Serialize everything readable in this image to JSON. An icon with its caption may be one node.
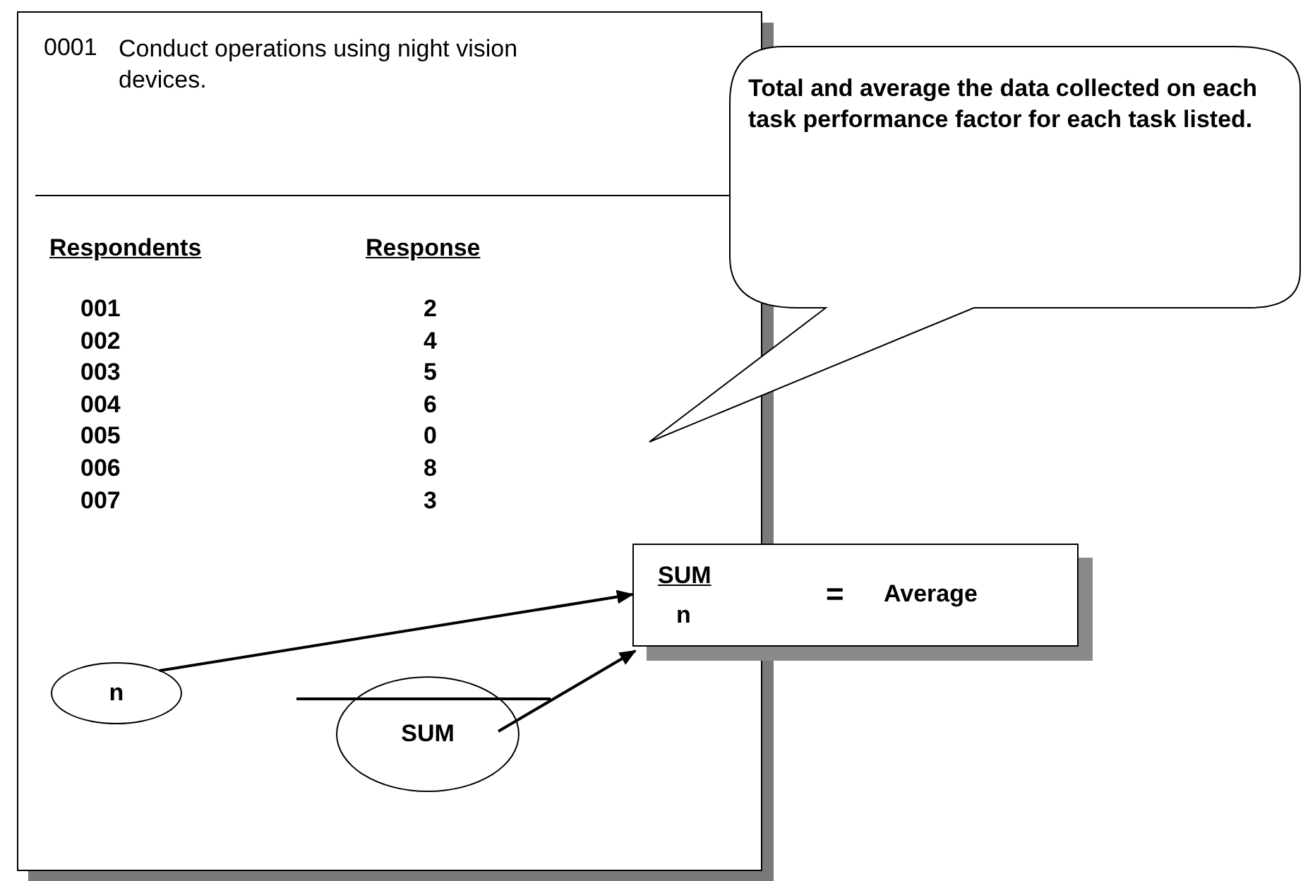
{
  "diagram": {
    "nodes": [
      {
        "text": [
          "0001",
          "Conduct operations using night vision devices."
        ]
      },
      {
        "text": [
          "n"
        ],
        "in": 0
      },
      {
        "text": [
          "SUM"
        ],
        "in": 0
      },
      {
        "text": [
          "SUM",
          "n",
          "=",
          "Average"
        ]
      },
      {
        "text": [
          "Total and average the data collected on each task performance factor for each task listed."
        ]
      }
    ],
    "edges": [
      {
        "from": 1,
        "to": 3,
        "arrow": "to"
      },
      {
        "from": 2,
        "to": 3,
        "arrow": "to"
      }
    ],
    "labels": [
      "Respondents",
      "Response",
      "001",
      "2",
      "002",
      "4",
      "003",
      "5",
      "004",
      "6",
      "005",
      "0",
      "006",
      "8",
      "007",
      "3"
    ]
  }
}
